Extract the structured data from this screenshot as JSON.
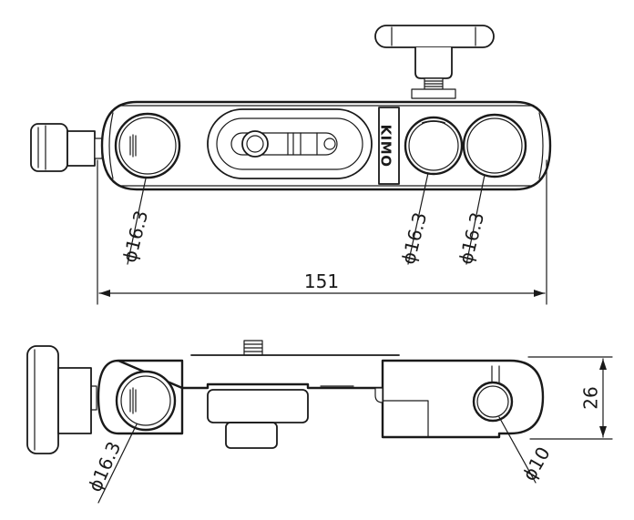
{
  "top_view": {
    "dim_hole_left": "ϕ16.3",
    "dim_hole_mid": "ϕ16.3",
    "dim_hole_right": "ϕ16.3",
    "dim_length": "151",
    "logo": "KIMO"
  },
  "side_view": {
    "dim_hole_left": "ϕ16.3",
    "dim_hole_right": "ϕ10",
    "dim_height": "26"
  },
  "colors": {
    "ink": "#1a1a1a",
    "paper": "#ffffff"
  }
}
